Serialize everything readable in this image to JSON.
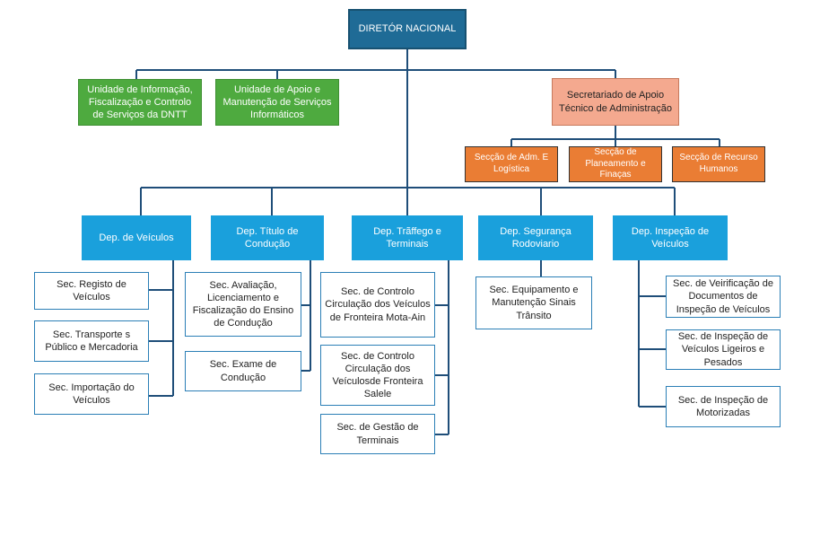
{
  "director": "DIRETÓR NACIONAL",
  "units": {
    "info": "Unidade de Informação, Fiscalização e Controlo de Serviços da DNTT",
    "apoio": "Unidade de Apoio e Manutenção de Serviços Informáticos"
  },
  "secretariat": {
    "label": "Secretariado de Apoio Técnico de Administração",
    "sections": {
      "adm": "Secção de Adm. E Logística",
      "plan": "Secção de Planeamento e Finaças",
      "rh": "Secção de Recurso Humanos"
    }
  },
  "departments": {
    "veiculos": {
      "label": "Dep. de Veículos",
      "sections": [
        "Sec. Registo de Veículos",
        "Sec. Transporte s Público e Mercadoria",
        "Sec. Importação do Veículos"
      ]
    },
    "titulo": {
      "label": "Dep. Título de Condução",
      "sections": [
        "Sec. Avaliação, Licenciamento e Fiscalização do Ensino de Condução",
        "Sec. Exame de Condução"
      ]
    },
    "trafego": {
      "label": "Dep. Trãffego e Terminais",
      "sections": [
        "Sec. de Controlo Circulação dos Veículos de Fronteira Mota-Ain",
        "Sec. de Controlo Circulação dos Veículosde Fronteira Salele",
        "Sec. de Gestão de Terminais"
      ]
    },
    "seguranca": {
      "label": "Dep. Segurança Rodoviario",
      "sections": [
        "Sec. Equipamento e Manutenção Sinais Trânsito"
      ]
    },
    "inspecao": {
      "label": "Dep. Inspeção de Veículos",
      "sections": [
        "Sec. de Veirificação de Documentos de Inspeção de Veículos",
        "Sec. de Inspeção de Veículos Ligeiros e Pesados",
        "Sec. de Inspeção de Motorizadas"
      ]
    }
  },
  "colors": {
    "director": "#1f6b96",
    "unit": "#4eaa3f",
    "secretariat": "#f4a98f",
    "section_orange": "#ea7d34",
    "department": "#1aa0dc",
    "section_border": "#2b7fb6",
    "connector": "#1f4e79"
  }
}
